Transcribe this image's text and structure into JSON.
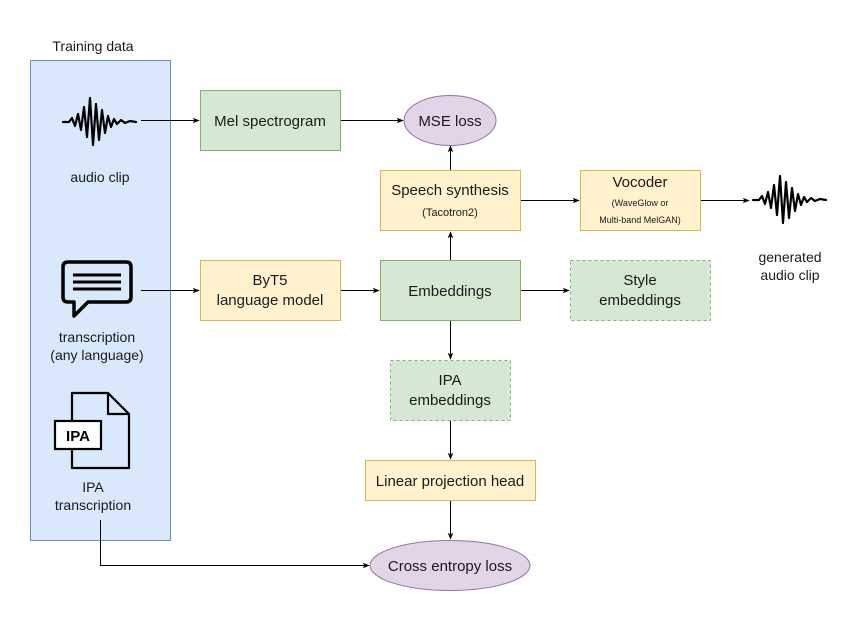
{
  "training_panel": {
    "title": "Training data",
    "audio_label": "audio clip",
    "transcription_label_line1": "transcription",
    "transcription_label_line2": "(any language)",
    "ipa_label_line1": "IPA",
    "ipa_label_line2": "transcription",
    "ipa_icon_text": "IPA"
  },
  "nodes": {
    "mel_spectrogram": "Mel spectrogram",
    "mse_loss": "MSE loss",
    "speech_synthesis": "Speech synthesis",
    "speech_synthesis_sub": "(Tacotron2)",
    "vocoder": "Vocoder",
    "vocoder_sub_line1": "(WaveGlow or",
    "vocoder_sub_line2": "Multi-band MelGAN)",
    "byt5_line1": "ByT5",
    "byt5_line2": "language model",
    "embeddings": "Embeddings",
    "style_line1": "Style",
    "style_line2": "embeddings",
    "ipa_emb_line1": "IPA",
    "ipa_emb_line2": "embeddings",
    "linear_head": "Linear projection head",
    "cross_entropy": "Cross entropy loss"
  },
  "output": {
    "label_line1": "generated",
    "label_line2": "audio clip"
  },
  "colors": {
    "green_fill": "#d5e8d4",
    "green_stroke": "#82b366",
    "yellow_fill": "#fff2cc",
    "yellow_stroke": "#d6b656",
    "purple_fill": "#e1d5e7",
    "purple_stroke": "#9673a6",
    "blue_fill": "#dae8fc",
    "blue_stroke": "#6c8ebf"
  },
  "icons": [
    "waveform-icon",
    "speech-bubble-icon",
    "ipa-document-icon"
  ]
}
